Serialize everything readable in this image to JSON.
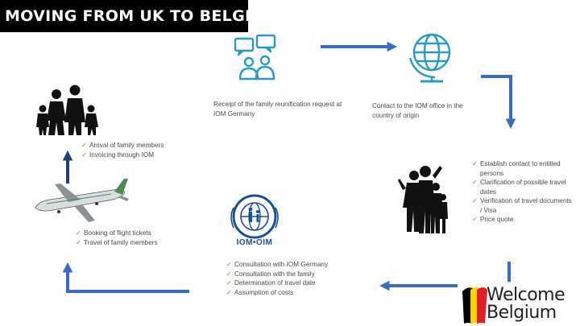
{
  "banner": {
    "title": "MOVING FROM UK TO BELGIUM"
  },
  "steps": {
    "receipt": {
      "icon": "people-chat-icon",
      "text": "Receipt of the family reunification request at IOM Germany"
    },
    "contact_origin": {
      "icon": "globe-icon",
      "text": "Contact to the IOM office in the country of origin"
    },
    "establish": {
      "icon": "family-silhouette-icon",
      "items": [
        "Establish contact to entitled persons",
        "Clarification of possible travel dates",
        "Verification of travel documents / Visa",
        "Price quote"
      ]
    },
    "consultation": {
      "icon": "iom-logo-icon",
      "logo_text": "IOM•OIM",
      "items": [
        "Consultation with IOM Germany",
        "Consultation with the family",
        "Determination of travel date",
        "Assumption of costs"
      ]
    },
    "booking": {
      "icon": "airplane-icon",
      "items": [
        "Booking of flight tickets",
        "Travel of family members"
      ]
    },
    "arrival": {
      "icon": "family-group-icon",
      "items": [
        "Arrival of family members",
        "Invoicing through IOM"
      ]
    }
  },
  "watermark": {
    "line1": "Welcome",
    "line2": "Belgium",
    "flag_colors": [
      "#000000",
      "#f5d400",
      "#e3202a"
    ]
  },
  "colors": {
    "arrow_blue": "#3b6cc0",
    "arrow_dark": "#1f3f7a",
    "icon_teal": "#2a9bbf",
    "check_green": "#6a8e3a"
  }
}
